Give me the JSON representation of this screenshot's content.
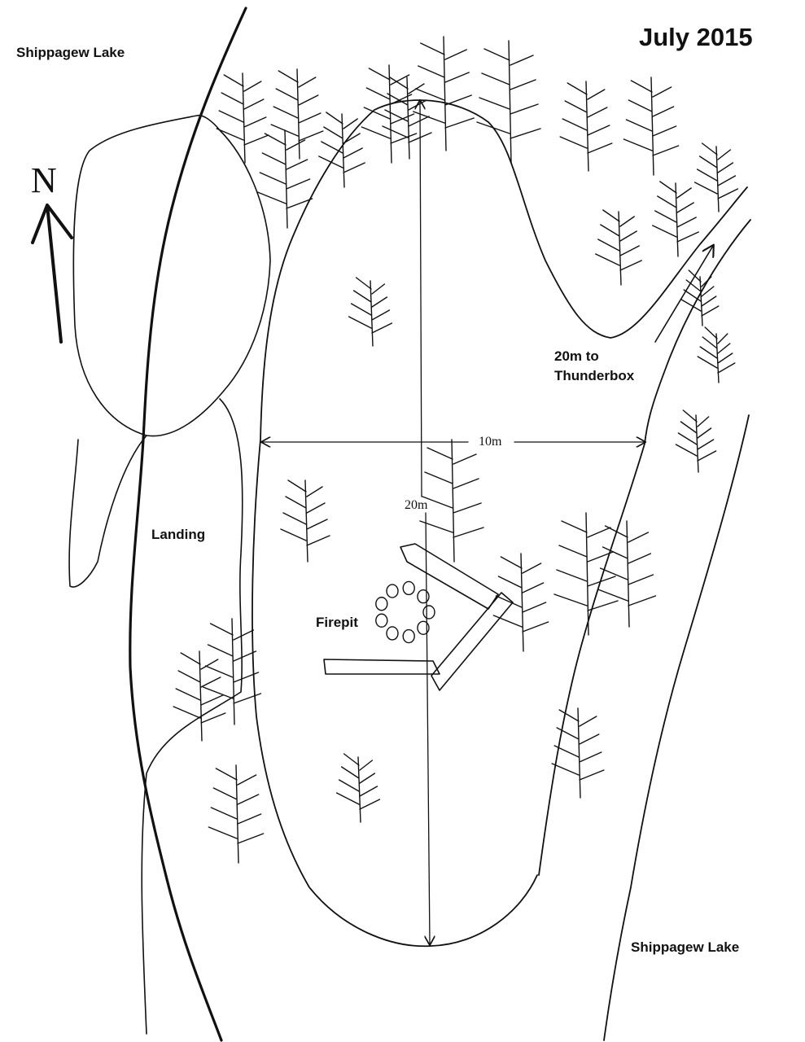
{
  "title": "July 2015",
  "north_label": "N",
  "labels": {
    "lake_top": "Shippagew Lake",
    "lake_bottom": "Shippagew Lake",
    "landing": "Landing",
    "firepit": "Firepit",
    "thunderbox_line1": "20m to",
    "thunderbox_line2": "Thunderbox",
    "width_dim": "10m",
    "length_dim": "20m"
  },
  "colors": {
    "ink": "#111111",
    "paper": "#ffffff"
  }
}
